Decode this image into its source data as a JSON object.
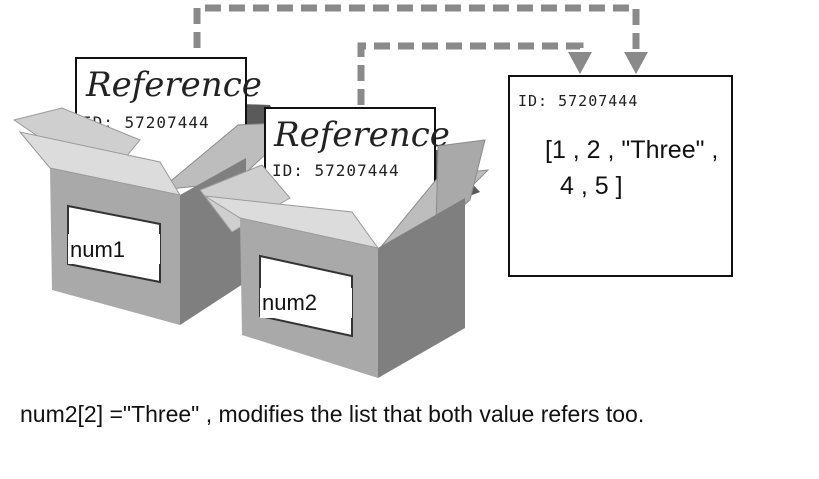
{
  "boxes": [
    {
      "variable": "num1",
      "card_title": "Reference",
      "card_id": "ID: 57207444"
    },
    {
      "variable": "num2",
      "card_title": "Reference",
      "card_id": "ID: 57207444"
    }
  ],
  "object": {
    "id": "ID: 57207444",
    "list_line1": "[1 , 2 , \"Three\" ,",
    "list_line2": "4 , 5 ]"
  },
  "caption": "num2[2] =\"Three\" , modifies the list that both value refers too.",
  "colors": {
    "arrow": "#8a8a8a",
    "box_light": "#d4d4d4",
    "box_mid": "#a8a8a8",
    "box_dark": "#7d7d7d",
    "box_inner": "#5a5a5a"
  }
}
